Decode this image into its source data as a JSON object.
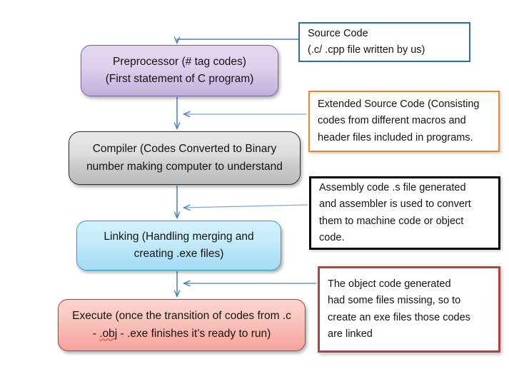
{
  "diagram": {
    "title": "C program compilation flow",
    "background": "#ffffff",
    "connector_color": "#4a7ebb"
  },
  "nodes": [
    {
      "id": "preprocessor",
      "name": "node-preprocessor",
      "line1": "Preprocessor (# tag codes)",
      "line2": "(First statement of C program)",
      "fill": "#d6c8e9",
      "border": "#7a5fa3"
    },
    {
      "id": "compiler",
      "name": "node-compiler",
      "line1": "Compiler (Codes Converted to Binary",
      "line2": "number making computer to understand",
      "fill": "#d3d3d3",
      "border": "#2b2b2b"
    },
    {
      "id": "linking",
      "name": "node-linking",
      "line1": "Linking (Handling merging and",
      "line2": "creating .exe files)",
      "fill": "#bce6f8",
      "border": "#2e9ec4"
    },
    {
      "id": "execute",
      "name": "node-execute",
      "line1": "Execute (once the transition of codes from .c",
      "line2_before": "- ",
      "line2_misspelled": ".obj",
      "line2_after": " - .exe finishes it’s ready to run)",
      "fill": "#f8bdb5",
      "border": "#b03b37"
    }
  ],
  "notes": [
    {
      "id": "source-code",
      "name": "note-source-code",
      "border": "#2e6fa8",
      "lines": [
        "Source Code",
        "(.c/ .cpp file written by us)"
      ]
    },
    {
      "id": "extended-source-code",
      "name": "note-extended-source-code",
      "border": "#ef8228",
      "lines": [
        "Extended Source Code (Consisting",
        "codes from different macros and",
        "header files included in programs."
      ]
    },
    {
      "id": "assembly-code",
      "name": "note-assembly-code",
      "border": "#000000",
      "lines": [
        "Assembly code .s file generated",
        "and assembler is used to convert",
        "them to machine code or object",
        "code."
      ]
    },
    {
      "id": "object-code",
      "name": "note-object-code",
      "border": "#b0433e",
      "lines": [
        "The object code generated",
        "had some files missing, so to",
        "create an exe files those codes",
        "are linked"
      ]
    }
  ],
  "connectors": [
    {
      "id": "source-to-preprocessor",
      "from": "source-code",
      "to": "preprocessor"
    },
    {
      "id": "preprocessor-to-compiler",
      "from": "preprocessor",
      "to": "compiler"
    },
    {
      "id": "extended-to-flow",
      "from": "extended-source-code",
      "to": "compiler"
    },
    {
      "id": "compiler-to-linking",
      "from": "compiler",
      "to": "linking"
    },
    {
      "id": "assembly-to-flow",
      "from": "assembly-code",
      "to": "linking"
    },
    {
      "id": "linking-to-execute",
      "from": "linking",
      "to": "execute"
    },
    {
      "id": "object-to-flow",
      "from": "object-code",
      "to": "execute"
    }
  ]
}
